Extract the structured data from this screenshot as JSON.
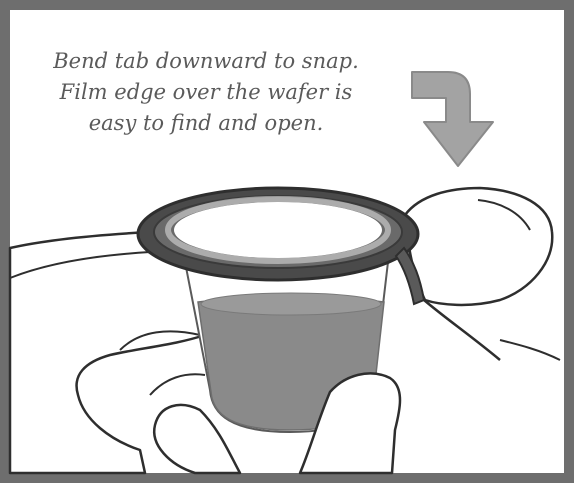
{
  "instruction": {
    "line1": "Bend tab downward to snap.",
    "line2": "Film edge over the wafer is",
    "line3": "easy to find and open."
  },
  "colors": {
    "frame": "#6e6e6e",
    "arrow": "#a3a3a3",
    "cup_liquid": "#8a8a8a",
    "rim": "#4a4a4a",
    "outline": "#2e2e2e",
    "text": "#5a5a5a"
  },
  "icons": {
    "arrow": "curved-down-arrow-icon"
  }
}
